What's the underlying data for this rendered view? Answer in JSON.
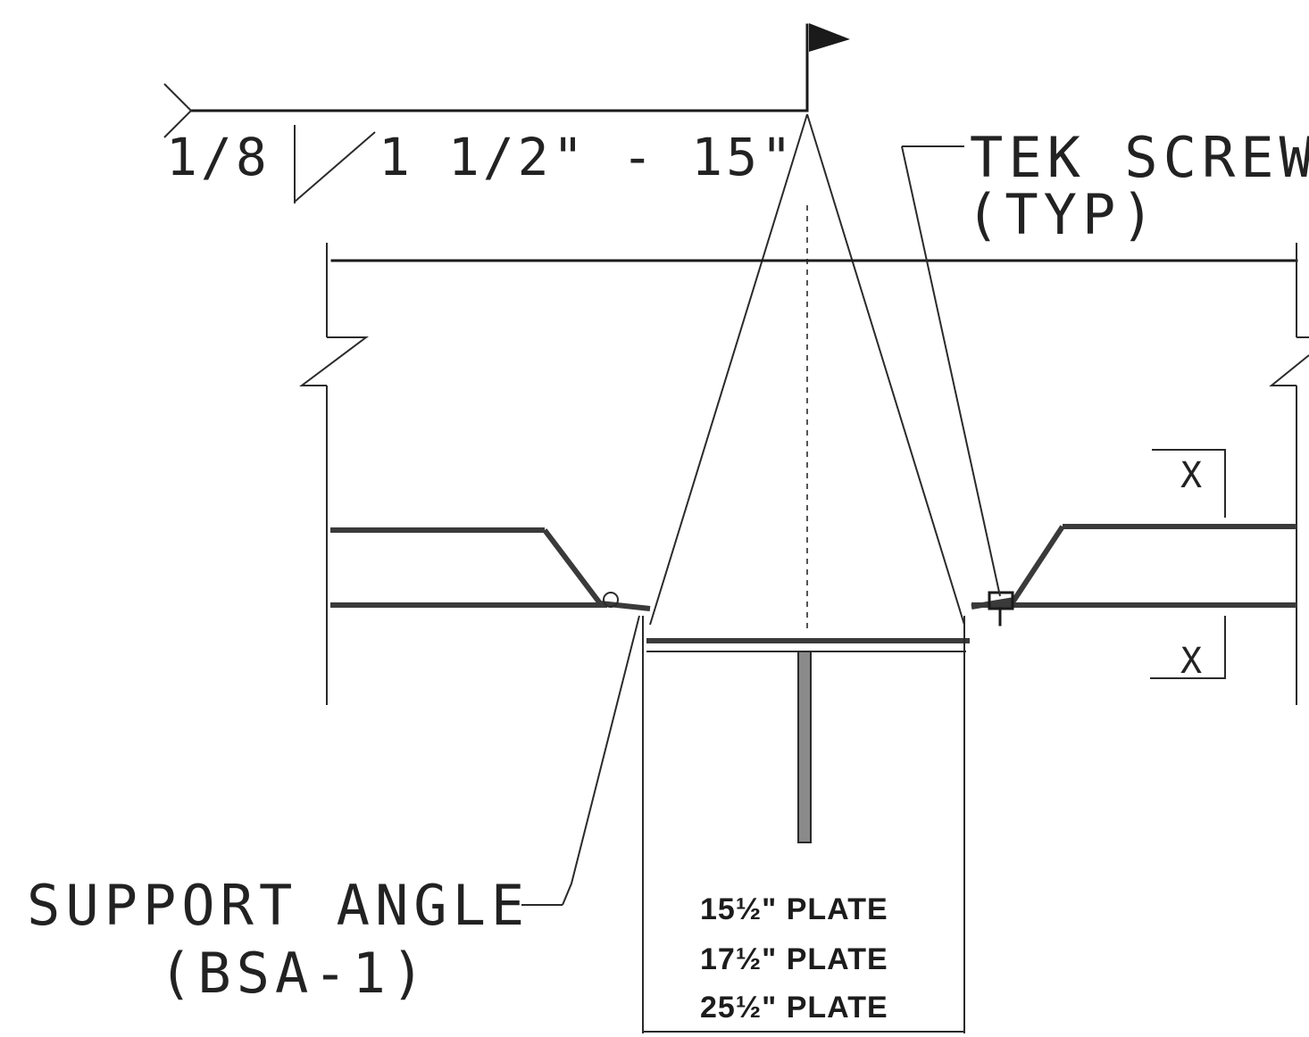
{
  "weld_symbol": {
    "size": "1/8",
    "length_pitch": "1 1/2\" - 15\""
  },
  "labels": {
    "tek_screw": "TEK SCREW",
    "tek_screw_note": "(TYP)",
    "support_angle": "SUPPORT ANGLE",
    "support_angle_ref": "(BSA-1)"
  },
  "plates": [
    "15½\" PLATE",
    "17½\" PLATE",
    "25½\" PLATE"
  ],
  "dimension_marks": {
    "top": "X",
    "bottom": "X"
  }
}
